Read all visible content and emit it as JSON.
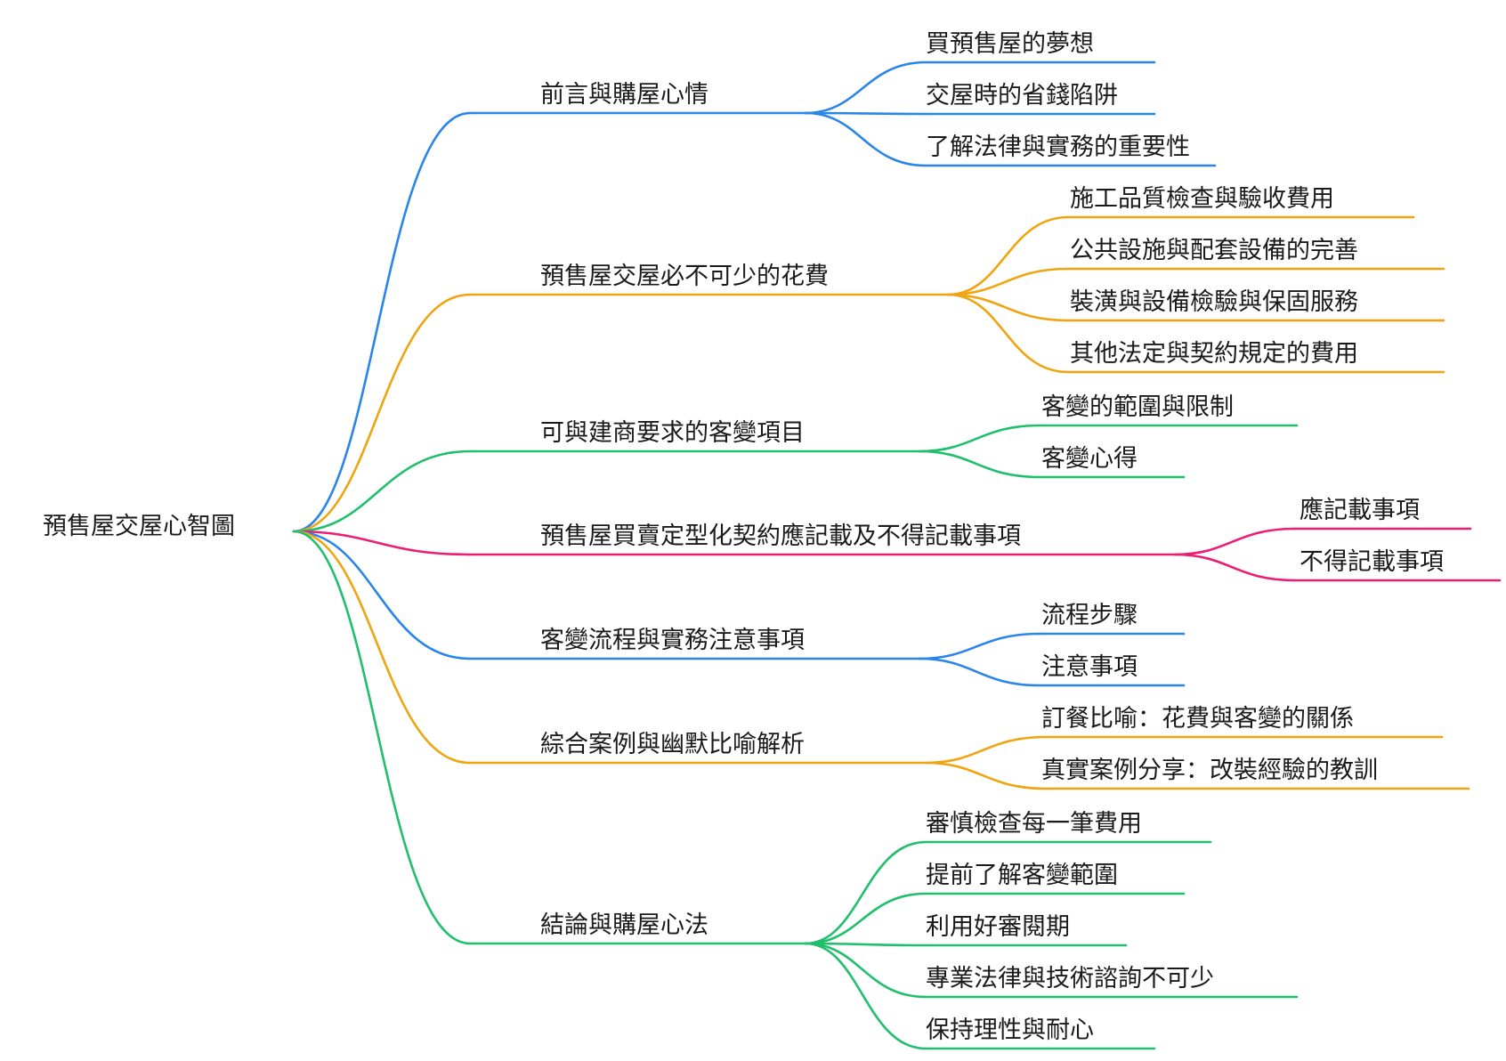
{
  "root": {
    "label": "預售屋交屋心智圖"
  },
  "colors": {
    "blue": "#2a85ea",
    "orange": "#efa410",
    "green": "#1fbf6c",
    "pink": "#ec1d72"
  },
  "branches": [
    {
      "label": "前言與購屋心情",
      "color": "#2a85ea",
      "children": [
        "買預售屋的夢想",
        "交屋時的省錢陷阱",
        "了解法律與實務的重要性"
      ]
    },
    {
      "label": "預售屋交屋必不可少的花費",
      "color": "#efa410",
      "children": [
        "施工品質檢查與驗收費用",
        "公共設施與配套設備的完善",
        "裝潢與設備檢驗與保固服務",
        "其他法定與契約規定的費用"
      ]
    },
    {
      "label": "可與建商要求的客變項目",
      "color": "#1fbf6c",
      "children": [
        "客變的範圍與限制",
        "客變心得"
      ]
    },
    {
      "label": "預售屋買賣定型化契約應記載及不得記載事項",
      "color": "#ec1d72",
      "children": [
        "應記載事項",
        "不得記載事項"
      ]
    },
    {
      "label": "客變流程與實務注意事項",
      "color": "#2a85ea",
      "children": [
        "流程步驟",
        "注意事項"
      ]
    },
    {
      "label": "綜合案例與幽默比喻解析",
      "color": "#efa410",
      "children": [
        "訂餐比喻：花費與客變的關係",
        "真實案例分享：改裝經驗的教訓"
      ]
    },
    {
      "label": "結論與購屋心法",
      "color": "#1fbf6c",
      "children": [
        "審慎檢查每一筆費用",
        "提前了解客變範圍",
        "利用好審閱期",
        "專業法律與技術諮詢不可少",
        "保持理性與耐心"
      ]
    }
  ]
}
